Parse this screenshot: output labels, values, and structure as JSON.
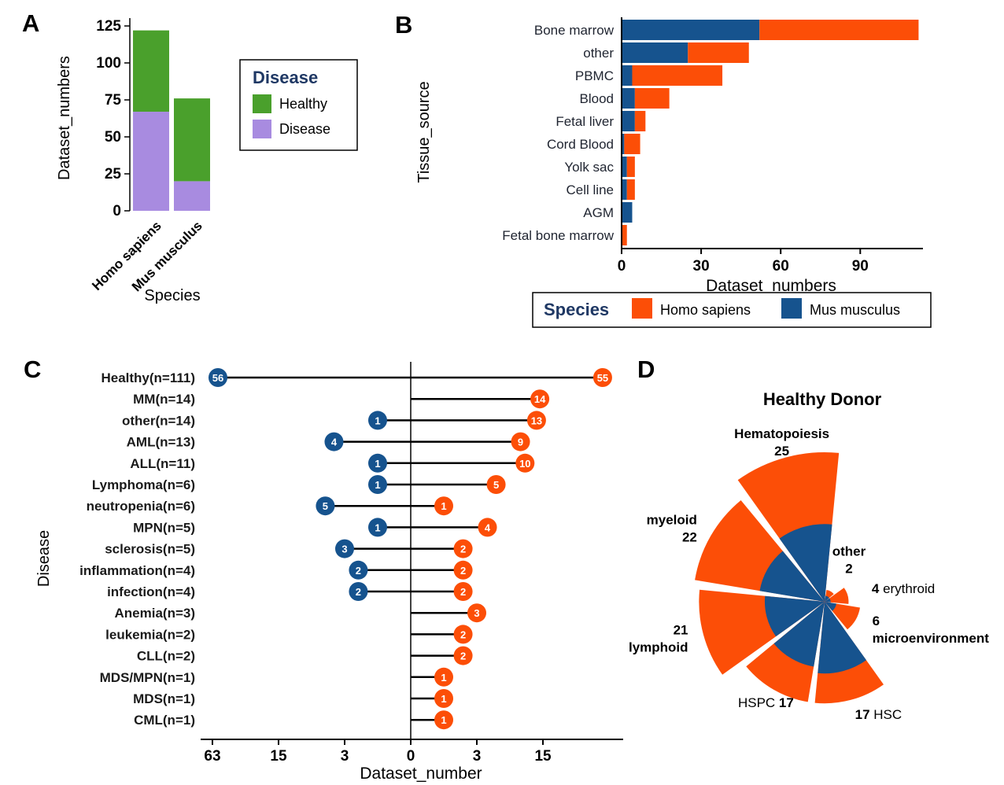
{
  "figure": {
    "panels": {
      "A": {
        "label": "A"
      },
      "B": {
        "label": "B"
      },
      "C": {
        "label": "C"
      },
      "D": {
        "label": "D"
      }
    },
    "colors": {
      "homo_sapiens": "#FC4E07",
      "mus_musculus": "#16538E",
      "healthy_green": "#4AA02C",
      "disease_purple": "#A88BE0",
      "legend_title": "#1F3864",
      "category_label": "#1F2430",
      "axis_text": "#000000"
    }
  },
  "chart_data": [
    {
      "id": "A",
      "type": "bar",
      "stacked": true,
      "orientation": "vertical",
      "xlabel": "Species",
      "ylabel": "Dataset_numbers",
      "categories": [
        "Homo sapiens",
        "Mus musculus"
      ],
      "series": [
        {
          "name": "Disease",
          "color_key": "disease_purple",
          "values": [
            67,
            20
          ]
        },
        {
          "name": "Healthy",
          "color_key": "healthy_green",
          "values": [
            55,
            56
          ]
        }
      ],
      "yticks": [
        0,
        25,
        50,
        75,
        100,
        125
      ],
      "ylim": [
        0,
        125
      ],
      "legend": {
        "title": "Disease",
        "items": [
          {
            "label": "Healthy",
            "color_key": "healthy_green"
          },
          {
            "label": "Disease",
            "color_key": "disease_purple"
          }
        ]
      }
    },
    {
      "id": "B",
      "type": "bar",
      "stacked": true,
      "orientation": "horizontal",
      "xlabel": "Dataset_numbers",
      "ylabel": "Tissue_source",
      "categories": [
        "Bone marrow",
        "other",
        "PBMC",
        "Blood",
        "Fetal liver",
        "Cord Blood",
        "Yolk sac",
        "Cell line",
        "AGM",
        "Fetal bone marrow"
      ],
      "series": [
        {
          "name": "Mus musculus",
          "color_key": "mus_musculus",
          "values": [
            52,
            25,
            4,
            5,
            5,
            1,
            2,
            2,
            4,
            0
          ]
        },
        {
          "name": "Homo sapiens",
          "color_key": "homo_sapiens",
          "values": [
            60,
            23,
            34,
            13,
            4,
            6,
            3,
            3,
            0,
            2
          ]
        }
      ],
      "xticks": [
        0,
        30,
        60,
        90
      ],
      "xlim": [
        0,
        113
      ],
      "legend": {
        "title": "Species",
        "items": [
          {
            "label": "Homo sapiens",
            "color_key": "homo_sapiens"
          },
          {
            "label": "Mus musculus",
            "color_key": "mus_musculus"
          }
        ]
      }
    },
    {
      "id": "C",
      "type": "lollipop",
      "scale": "log1p-diverging",
      "xlabel": "Dataset_number",
      "ylabel": "Disease",
      "xticks": [
        {
          "value": 63,
          "side": "left"
        },
        {
          "value": 15,
          "side": "left"
        },
        {
          "value": 3,
          "side": "left"
        },
        {
          "value": 0,
          "side": "center"
        },
        {
          "value": 3,
          "side": "right"
        },
        {
          "value": 15,
          "side": "right"
        }
      ],
      "left_series": "Mus musculus",
      "right_series": "Homo sapiens",
      "rows": [
        {
          "label": "Healthy(n=111)",
          "mus": 56,
          "homo": 55
        },
        {
          "label": "MM(n=14)",
          "mus": null,
          "homo": 14
        },
        {
          "label": "other(n=14)",
          "mus": 1,
          "homo": 13
        },
        {
          "label": "AML(n=13)",
          "mus": 4,
          "homo": 9
        },
        {
          "label": "ALL(n=11)",
          "mus": 1,
          "homo": 10
        },
        {
          "label": "Lymphoma(n=6)",
          "mus": 1,
          "homo": 5
        },
        {
          "label": "neutropenia(n=6)",
          "mus": 5,
          "homo": 1
        },
        {
          "label": "MPN(n=5)",
          "mus": 1,
          "homo": 4
        },
        {
          "label": "sclerosis(n=5)",
          "mus": 3,
          "homo": 2
        },
        {
          "label": "inflammation(n=4)",
          "mus": 2,
          "homo": 2
        },
        {
          "label": "infection(n=4)",
          "mus": 2,
          "homo": 2
        },
        {
          "label": "Anemia(n=3)",
          "mus": null,
          "homo": 3
        },
        {
          "label": "leukemia(n=2)",
          "mus": null,
          "homo": 2
        },
        {
          "label": "CLL(n=2)",
          "mus": null,
          "homo": 2
        },
        {
          "label": "MDS/MPN(n=1)",
          "mus": null,
          "homo": 1
        },
        {
          "label": "MDS(n=1)",
          "mus": null,
          "homo": 1
        },
        {
          "label": "CML(n=1)",
          "mus": null,
          "homo": 1
        }
      ]
    },
    {
      "id": "D",
      "type": "rose",
      "title": "Healthy Donor",
      "wedges": [
        {
          "label": "Hematopoiesis",
          "value": 25,
          "inner": 13
        },
        {
          "label": "other",
          "value": 2,
          "inner": 1
        },
        {
          "label": "erythroid",
          "value": 4,
          "inner": 1
        },
        {
          "label": "microenvironment",
          "value": 6,
          "inner": 2
        },
        {
          "label": "HSC",
          "value": 17,
          "inner": 12
        },
        {
          "label": "HSPC",
          "value": 17,
          "inner": 11
        },
        {
          "label": "lymphoid",
          "value": 21,
          "inner": 10
        },
        {
          "label": "myeloid",
          "value": 22,
          "inner": 11
        }
      ]
    }
  ]
}
